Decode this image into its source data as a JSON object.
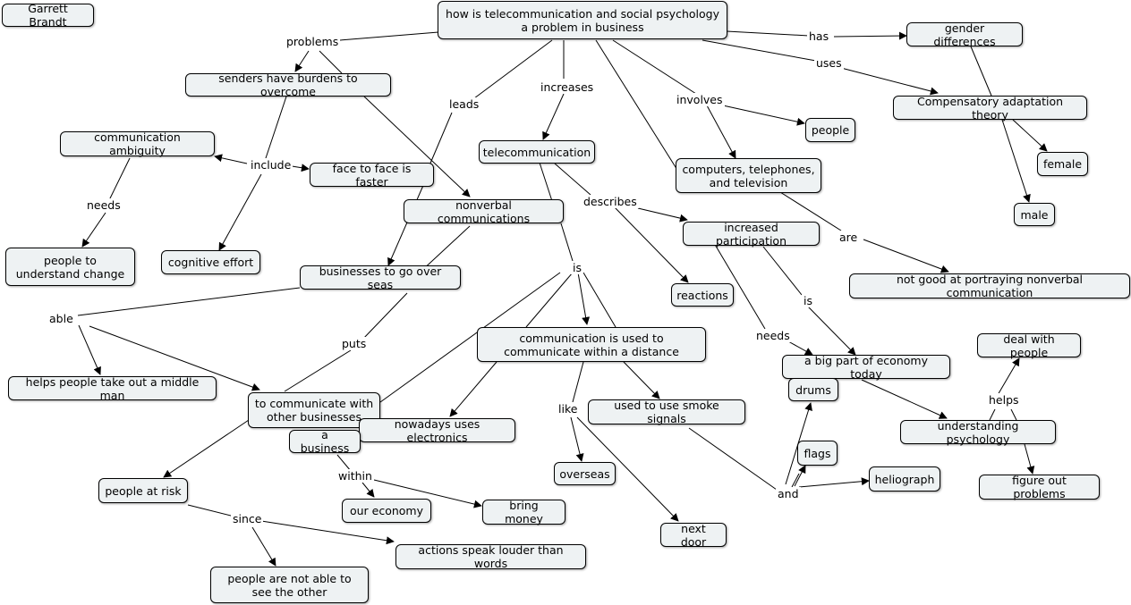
{
  "author": "Garrett Brandt",
  "nodes": {
    "root": "how is telecommunication and social psychology a problem in business",
    "gender_differences": "gender differences",
    "compensatory": "Compensatory adaptation theory",
    "female": "female",
    "male": "male",
    "senders": "senders have burdens to overcome",
    "comm_ambiguity": "communication ambiguity",
    "face_to_face": "face to face is faster",
    "people_change": "people to understand change",
    "cognitive": "cognitive effort",
    "telecom": "telecommunication",
    "nonverbal": "nonverbal communications",
    "people": "people",
    "computers": "computers, telephones, and television",
    "increased": "increased participation",
    "not_good": "not good at portraying nonverbal communication",
    "reactions": "reactions",
    "biz_overseas": "businesses to go over seas",
    "middle_man": "helps people take out a middle man",
    "comm_distance": "communication is used to communicate within a distance",
    "economy_part": "a big part of economy today",
    "drums": "drums",
    "deal_people": "deal with people",
    "understanding_psych": "understanding psychology",
    "figure_out": "figure out problems",
    "other_biz": "to communicate with other businesses",
    "a_business": "a business",
    "electronics": "nowadays uses electronics",
    "smoke": "used to use smoke signals",
    "flags": "flags",
    "heliograph": "heliograph",
    "overseas": "overseas",
    "people_risk": "people at risk",
    "our_economy": "our economy",
    "bring_money": "bring money",
    "next_door": "next door",
    "actions": "actions speak louder than words",
    "not_able": "people are not able to see the other"
  },
  "linking_phrases": {
    "problems": "problems",
    "leads": "leads",
    "increases": "increases",
    "involves": "involves",
    "has": "has",
    "uses": "uses",
    "include": "include",
    "needs_left": "needs",
    "describes": "describes",
    "are": "are",
    "is_center": "is",
    "is_right": "is",
    "able": "able",
    "puts": "puts",
    "needs_right": "needs",
    "helps": "helps",
    "like": "like",
    "within": "within",
    "and": "and",
    "since": "since"
  }
}
